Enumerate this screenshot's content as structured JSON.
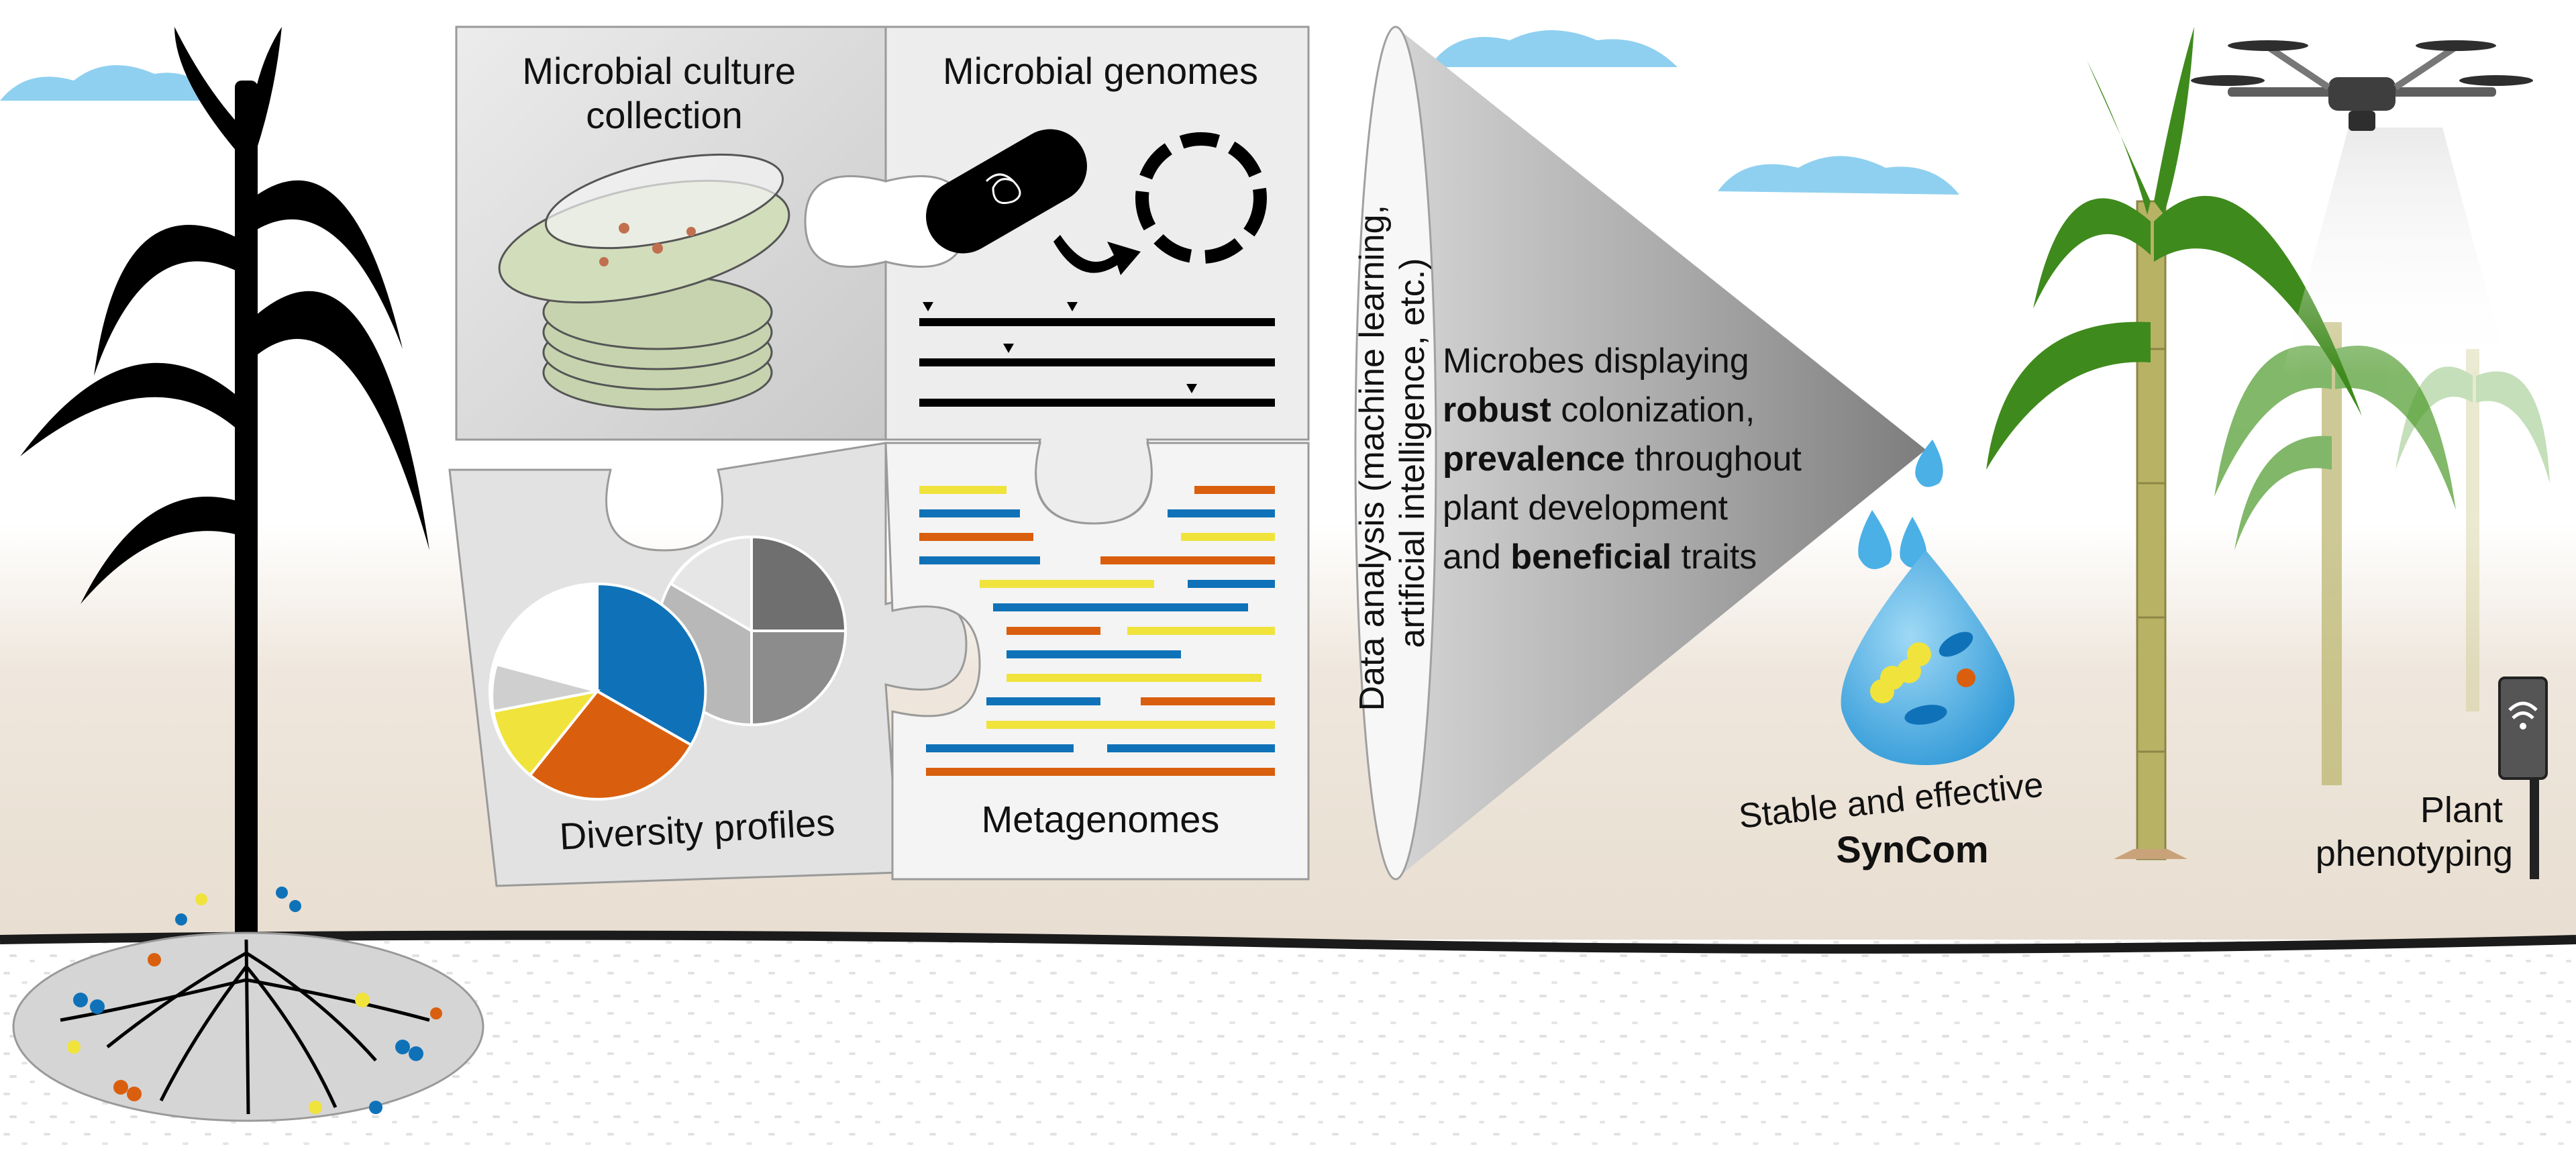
{
  "puzzle": {
    "culture_collection": [
      "Microbial culture",
      "collection"
    ],
    "genomes": "Microbial genomes",
    "diversity": "Diversity profiles",
    "metagenomes": "Metagenomes"
  },
  "funnel": {
    "analysis": [
      "Data analysis (machine learning,",
      "artificial intelligence, etc.)"
    ],
    "criteria": [
      [
        {
          "t": "Microbes displaying",
          "b": false
        }
      ],
      [
        {
          "t": "robust",
          "b": true
        },
        {
          "t": " colonization,",
          "b": false
        }
      ],
      [
        {
          "t": "prevalence",
          "b": true
        },
        {
          "t": " throughout",
          "b": false
        }
      ],
      [
        {
          "t": "plant development",
          "b": false
        }
      ],
      [
        {
          "t": "and ",
          "b": false
        },
        {
          "t": "beneficial",
          "b": true
        },
        {
          "t": " traits",
          "b": false
        }
      ]
    ]
  },
  "syncom": {
    "caption": "Stable and effective",
    "name": "SynCom"
  },
  "phenotyping": [
    "Plant",
    "phenotyping"
  ],
  "colors": {
    "sky": "#7fcbef",
    "soil": "#eae2d8",
    "pie_blue": "#0f72b8",
    "pie_orange": "#d95f0e",
    "pie_yellow": "#f0e33c",
    "leaf_green": "#3f8a1c",
    "drop_blue": "#4ab0e6"
  },
  "icons": [
    "plant-silhouette",
    "petri-dish-stack",
    "bacterium-icon",
    "arrow-icon",
    "circular-genome-icon",
    "pie-chart-icon",
    "funnel-icon",
    "water-drop-icon",
    "sugarcane-plant",
    "drone-icon",
    "wifi-sensor-icon"
  ]
}
